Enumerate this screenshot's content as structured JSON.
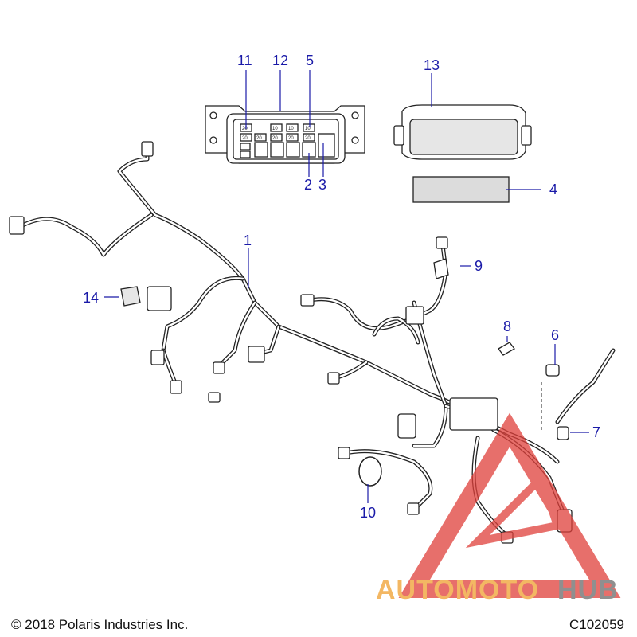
{
  "callouts": [
    {
      "id": "1",
      "label": "1"
    },
    {
      "id": "2",
      "label": "2"
    },
    {
      "id": "3",
      "label": "3"
    },
    {
      "id": "4",
      "label": "4"
    },
    {
      "id": "5",
      "label": "5"
    },
    {
      "id": "6",
      "label": "6"
    },
    {
      "id": "7",
      "label": "7"
    },
    {
      "id": "8",
      "label": "8"
    },
    {
      "id": "9",
      "label": "9"
    },
    {
      "id": "10",
      "label": "10"
    },
    {
      "id": "11",
      "label": "11"
    },
    {
      "id": "12",
      "label": "12"
    },
    {
      "id": "13",
      "label": "13"
    },
    {
      "id": "14",
      "label": "14"
    }
  ],
  "fuse_box": {
    "fuse_ratings": [
      "20",
      "10",
      "10",
      "10",
      "20",
      "20",
      "20",
      "20",
      "20"
    ]
  },
  "footer": {
    "copyright": "© 2018 Polaris Industries Inc.",
    "drawing_id": "C102059"
  },
  "watermark": {
    "brand_part_1": "AUTOMOTO",
    "brand_part_2": "HUB",
    "color_red": "#e0403a",
    "color_orange": "#f0a030",
    "color_grey": "#6a6a6a"
  },
  "colors": {
    "callout": "#1a1aa8",
    "line_art": "#222222"
  }
}
